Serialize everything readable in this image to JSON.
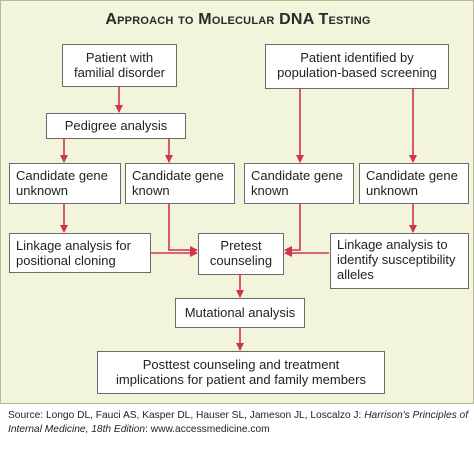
{
  "title": "Approach to Molecular DNA Testing",
  "boxes": {
    "patient_familial": {
      "line1": "Patient with",
      "line2": "familial disorder"
    },
    "patient_screening": {
      "line1": "Patient identified by",
      "line2": "population-based screening"
    },
    "pedigree": {
      "line1": "Pedigree analysis"
    },
    "cand_unknown_left": {
      "line1": "Candidate gene",
      "line2": "unknown"
    },
    "cand_known_left": {
      "line1": "Candidate gene",
      "line2": "known"
    },
    "cand_known_right": {
      "line1": "Candidate gene",
      "line2": "known"
    },
    "cand_unknown_right": {
      "line1": "Candidate gene",
      "line2": "unknown"
    },
    "linkage_left": {
      "line1": "Linkage analysis for",
      "line2": "positional cloning"
    },
    "pretest": {
      "line1": "Pretest",
      "line2": "counseling"
    },
    "linkage_right": {
      "line1": "Linkage analysis to",
      "line2": "identify susceptibility",
      "line3": "alleles"
    },
    "mutational": {
      "line1": "Mutational analysis"
    },
    "posttest": {
      "line1": "Posttest counseling and treatment",
      "line2": "implications for patient and family members"
    }
  },
  "source": {
    "prefix": "Source: Longo DL, Fauci AS, Kasper DL, Hauser SL, Jameson JL, Loscalzo J: ",
    "book": "Harrison's Principles of Internal Medicine, 18th Edition",
    "suffix": ": www.accessmedicine.com"
  },
  "colors": {
    "arrow": "#d2334f",
    "panel": "#f3f4dc",
    "box_border": "#6b6b6b"
  }
}
